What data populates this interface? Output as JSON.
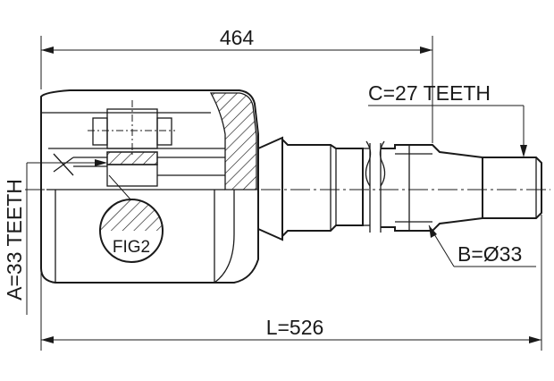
{
  "diagram": {
    "labels": {
      "overall_length": "L=526",
      "partial_length": "464",
      "outer_teeth": "C=27 TEETH",
      "shaft_diameter": "B=Ø33",
      "inner_teeth": "A=33 TEETH",
      "figure_ref": "FIG2"
    }
  }
}
